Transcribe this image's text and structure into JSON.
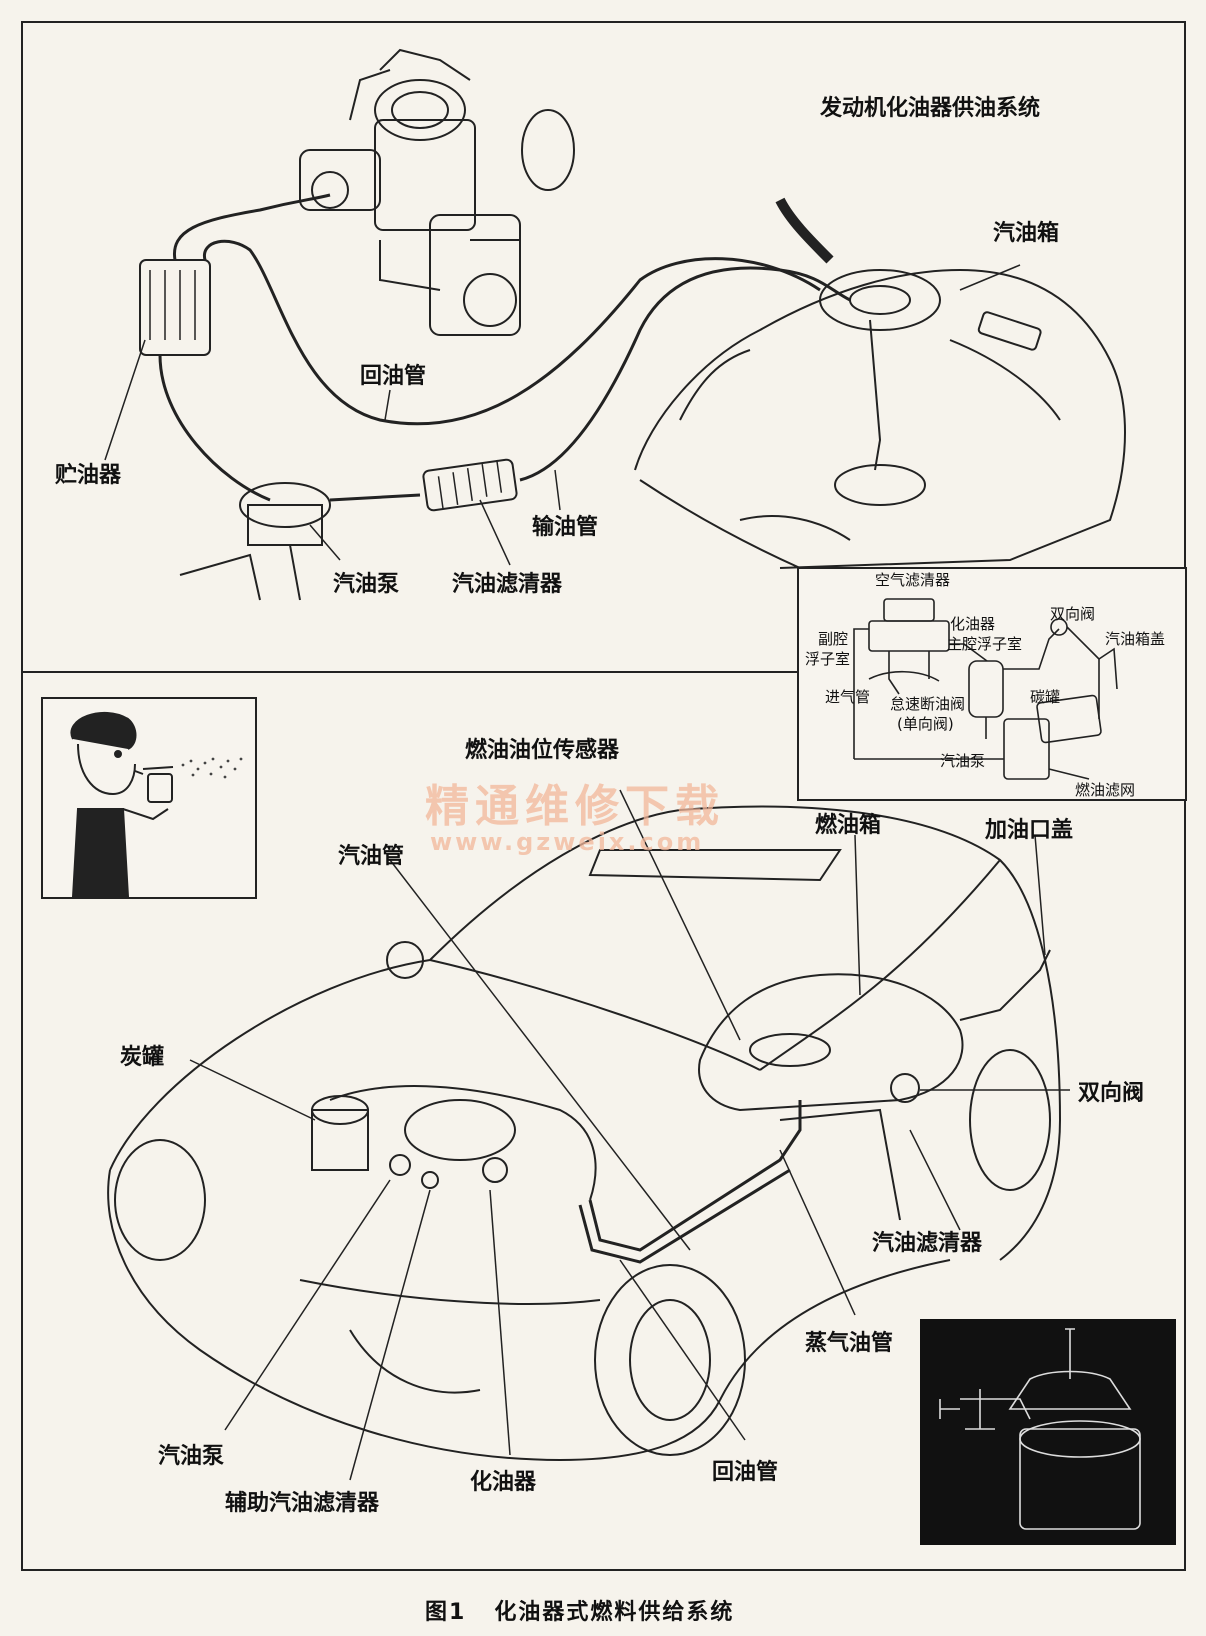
{
  "top": {
    "title": "发动机化油器供油系统",
    "labels": {
      "tank": "汽油箱",
      "return_pipe": "回油管",
      "reservoir": "贮油器",
      "supply_pipe": "输油管",
      "pump": "汽油泵",
      "filter": "汽油滤清器"
    }
  },
  "inset": {
    "labels": {
      "air_filter": "空气滤清器",
      "carburetor": "化油器",
      "aux_float_1": "副腔",
      "aux_float_2": "浮子室",
      "main_float": "主腔浮子室",
      "two_way_valve": "双向阀",
      "tank_cap": "汽油箱盖",
      "intake": "进气管",
      "idle_cut_1": "怠速断油阀",
      "idle_cut_2": "(单向阀)",
      "canister": "碳罐",
      "pump": "汽油泵",
      "strainer": "燃油滤网"
    }
  },
  "watermark": {
    "title": "精通维修下载",
    "url": "www.gzweix.com"
  },
  "bottom": {
    "labels": {
      "level_sensor": "燃油油位传感器",
      "fuel_pipe": "汽油管",
      "fuel_tank": "燃油箱",
      "filler_cap": "加油口盖",
      "canister": "炭罐",
      "two_way_valve": "双向阀",
      "filter": "汽油滤清器",
      "vapor_pipe": "蒸气油管",
      "pump": "汽油泵",
      "aux_filter": "辅助汽油滤清器",
      "carburetor": "化油器",
      "return_pipe": "回油管"
    }
  },
  "caption": {
    "number": "图1",
    "text": "化油器式燃料供给系统"
  }
}
